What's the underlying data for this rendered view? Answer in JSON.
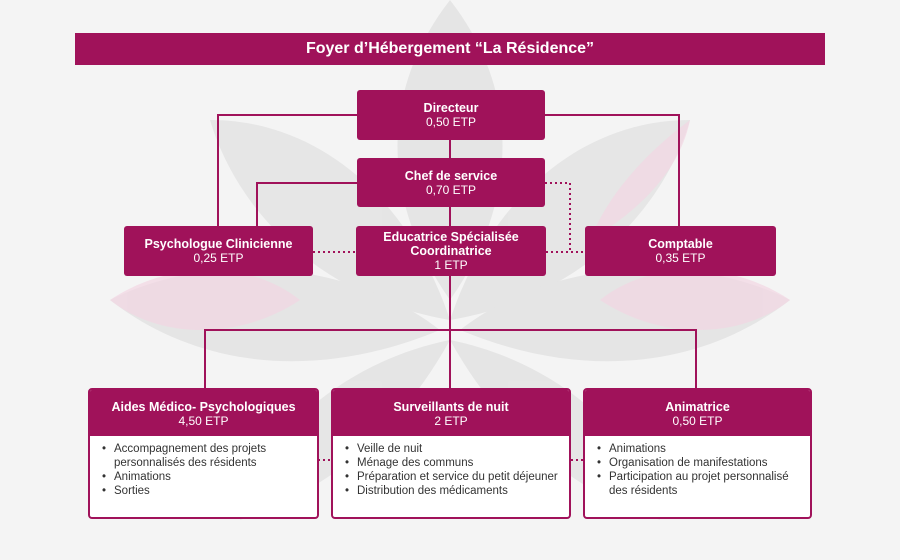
{
  "title": "Foyer d’Hébergement “La Résidence”",
  "colors": {
    "primary": "#a0125a",
    "background": "#f4f4f4",
    "card_body": "#ffffff"
  },
  "directeur": {
    "role": "Directeur",
    "etp": "0,50 ETP"
  },
  "chef": {
    "role": "Chef de service",
    "etp": "0,70 ETP"
  },
  "psychologue": {
    "role": "Psychologue Clinicienne",
    "etp": "0,25 ETP"
  },
  "educatrice": {
    "role_line1": "Educatrice Spécialisée",
    "role_line2": "Coordinatrice",
    "etp": "1 ETP"
  },
  "comptable": {
    "role": "Comptable",
    "etp": "0,35 ETP"
  },
  "aides": {
    "role": "Aides Médico- Psychologiques",
    "etp": "4,50 ETP",
    "items": [
      "Accompagnement des projets",
      "personnalisés des résidents",
      "Animations",
      "Sorties"
    ]
  },
  "surveillants": {
    "role": "Surveillants de nuit",
    "etp": "2 ETP",
    "items": [
      "Veille de nuit",
      "Ménage des communs",
      "Préparation et service du petit déjeuner",
      "Distribution des médicaments"
    ]
  },
  "animatrice": {
    "role": "Animatrice",
    "etp": "0,50 ETP",
    "items": [
      "Animations",
      "Organisation de manifestations",
      "Participation au projet personnalisé",
      "des résidents"
    ]
  }
}
